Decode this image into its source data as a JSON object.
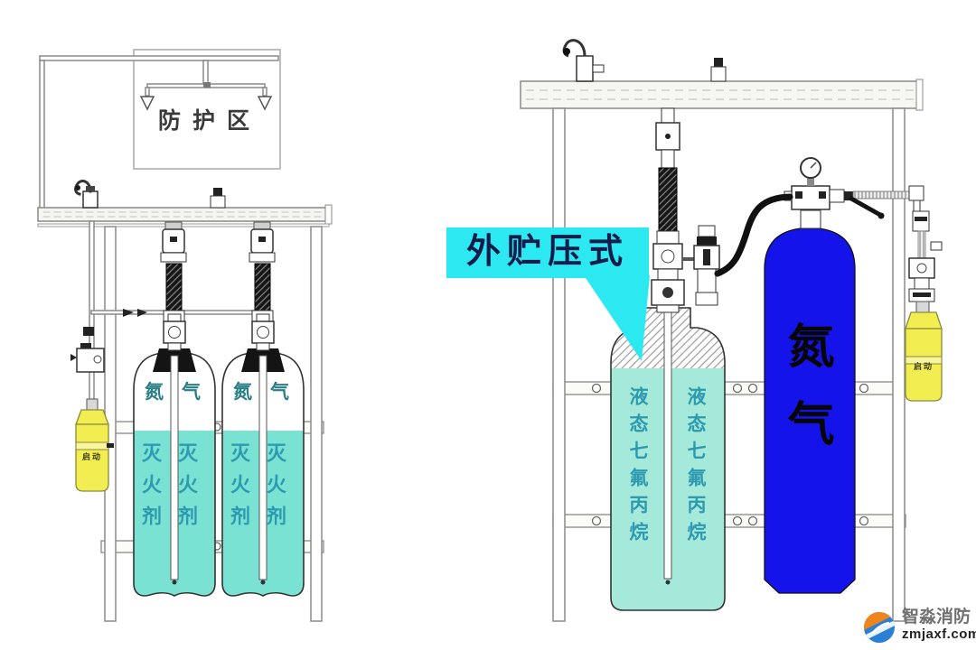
{
  "colors": {
    "liquid_left": "#79e2d3",
    "liquid_right": "#a5e9db",
    "callout_cyan": "#2ce9f1",
    "nitrogen_blue": "#1414ea",
    "pilot_yellow": "#f2ee52",
    "brand_orange": "#f0851c",
    "brand_blue": "#2b7fd4"
  },
  "left_system": {
    "protection_zone_label": "防护区",
    "cylinder_gas_labels": [
      "氮气",
      "氮气"
    ],
    "agent_labels": [
      "灭火剂",
      "灭火剂",
      "灭火剂",
      "灭火剂"
    ],
    "pilot_bottle_label": "启动"
  },
  "right_system": {
    "callout_label": "外贮压式",
    "agent_tank_labels": [
      "液态七氟丙烷",
      "液态七氟丙烷"
    ],
    "nitrogen_label": "氮气",
    "pilot_bottle_label": "启动"
  },
  "watermark": {
    "brand": "智淼消防",
    "domain": "zmjaxf.com"
  }
}
